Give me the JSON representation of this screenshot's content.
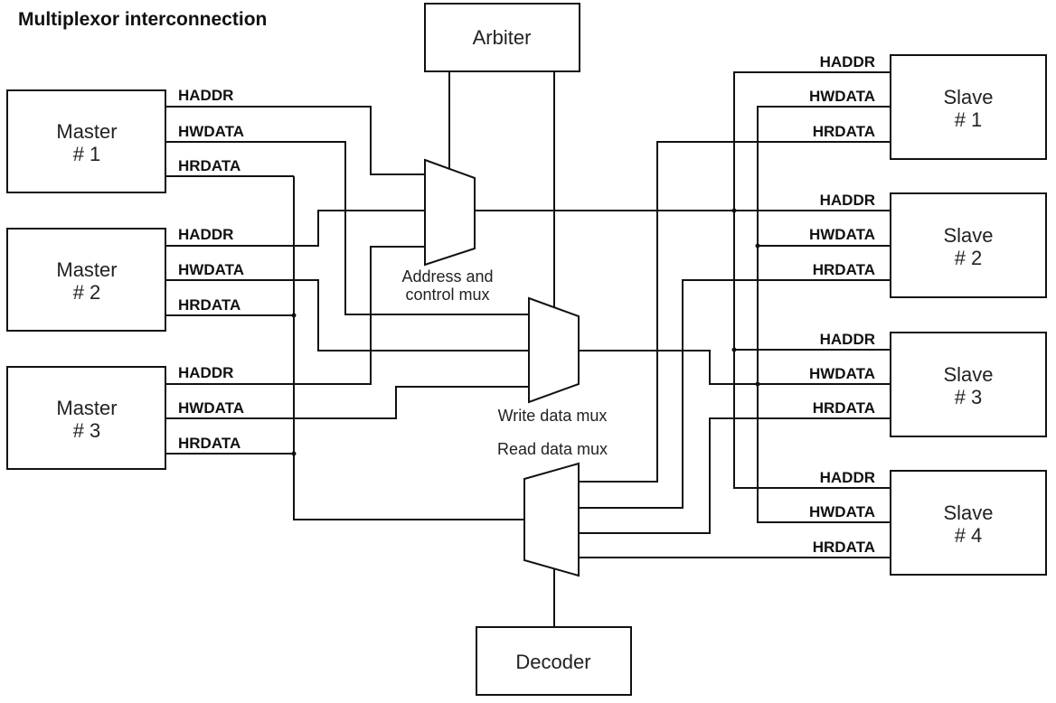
{
  "title": "Multiplexor interconnection",
  "arbiter": "Arbiter",
  "decoder": "Decoder",
  "masters": [
    {
      "line1": "Master",
      "line2": "# 1"
    },
    {
      "line1": "Master",
      "line2": "# 2"
    },
    {
      "line1": "Master",
      "line2": "# 3"
    }
  ],
  "slaves": [
    {
      "line1": "Slave",
      "line2": "# 1"
    },
    {
      "line1": "Slave",
      "line2": "# 2"
    },
    {
      "line1": "Slave",
      "line2": "# 3"
    },
    {
      "line1": "Slave",
      "line2": "# 4"
    }
  ],
  "signals": {
    "haddr": "HADDR",
    "hwdata": "HWDATA",
    "hrdata": "HRDATA"
  },
  "muxes": {
    "address_line1": "Address and",
    "address_line2": "control mux",
    "write": "Write data mux",
    "read": "Read data mux"
  }
}
